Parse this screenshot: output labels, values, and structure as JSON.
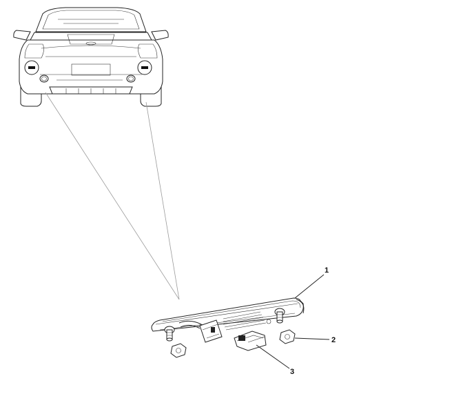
{
  "diagram": {
    "callouts": [
      {
        "id": "1",
        "label": "1"
      },
      {
        "id": "2",
        "label": "2"
      },
      {
        "id": "3",
        "label": "3"
      }
    ]
  }
}
